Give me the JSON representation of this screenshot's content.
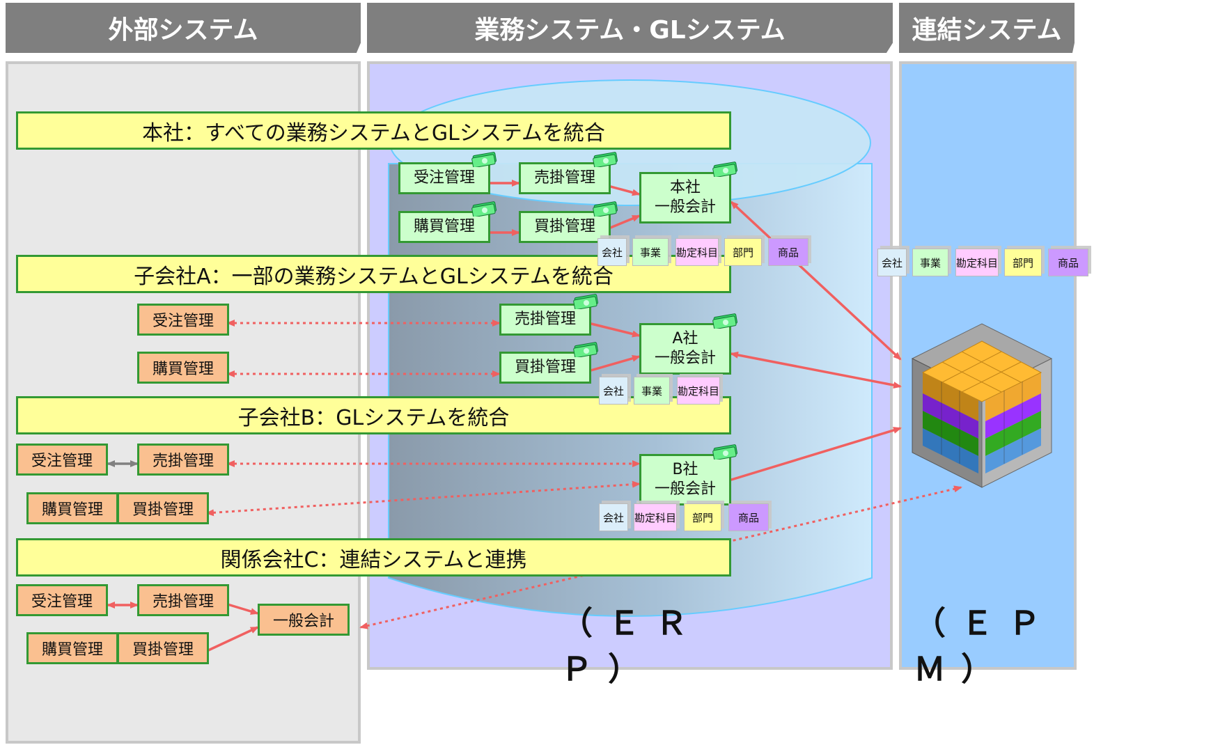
{
  "headers": {
    "external": "外部システム",
    "business": "業務システム・GLシステム",
    "consolidation": "連結システム"
  },
  "bands": {
    "hq": "本社：すべての業務システムとGLシステムを統合",
    "sub_a": "子会社A：一部の業務システムとGLシステムを統合",
    "sub_b": "子会社B：GLシステムを統合",
    "affiliate_c": "関係会社C：連結システムと連携"
  },
  "modules": {
    "order": "受注管理",
    "purchase": "購買管理",
    "receivable": "売掛管理",
    "payable": "買掛管理",
    "gl": "一般会計"
  },
  "gl_boxes": {
    "hq": {
      "line1": "本社",
      "line2": "一般会計"
    },
    "a": {
      "line1": "A社",
      "line2": "一般会計"
    },
    "b": {
      "line1": "B社",
      "line2": "一般会計"
    }
  },
  "chips": {
    "kaisha": "会社",
    "jigyo": "事業",
    "kanjo": "勘定科目",
    "bumon": "部門",
    "shohin": "商品"
  },
  "labels": {
    "erp": "（ＥＲＰ）",
    "epm": "（ＥＰＭ）"
  },
  "colors": {
    "header_bg": "#7f7f7f",
    "band_bg": "#ffff99",
    "band_border": "#339933",
    "gl_box_bg": "#ccffcc",
    "external_box_bg": "#fac090",
    "erp_panel_bg": "#ccccff",
    "epm_panel_bg": "#99ccff",
    "arrow": "#f06060",
    "cube_top": "#f0a830",
    "cube_purple": "#9933ff",
    "cube_green": "#33aa22",
    "cube_blue": "#5599dd",
    "cube_grey": "#aaaaaa"
  }
}
